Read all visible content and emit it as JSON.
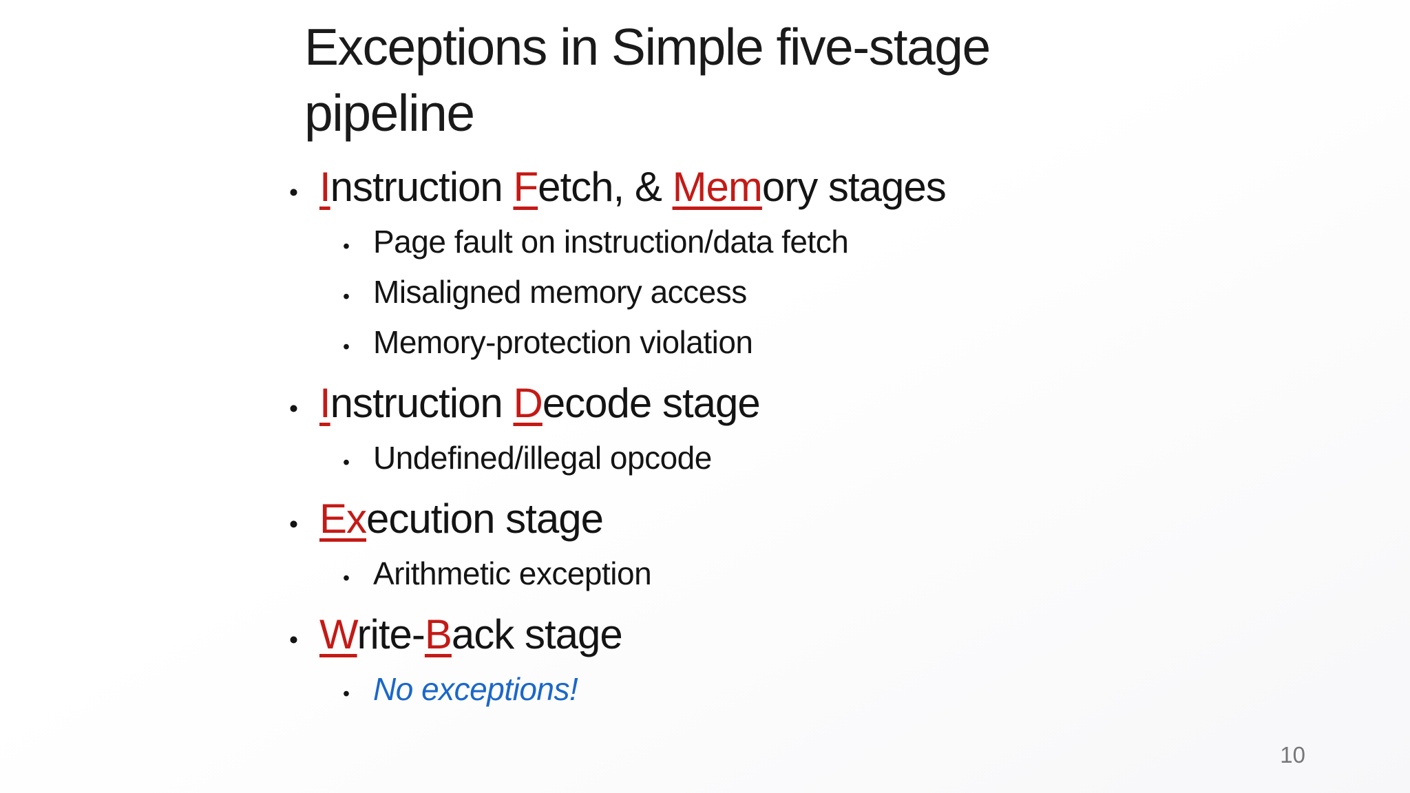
{
  "slide": {
    "title": {
      "lines": [
        "Exceptions in Simple five-stage",
        "pipeline"
      ]
    },
    "bullet_char": "•",
    "bullets": [
      {
        "level": 1,
        "segments": [
          {
            "text": "I",
            "style": "red"
          },
          {
            "text": "nstruction "
          },
          {
            "text": "F",
            "style": "red"
          },
          {
            "text": "etch, & "
          },
          {
            "text": "Mem",
            "style": "red"
          },
          {
            "text": "ory stages"
          }
        ]
      },
      {
        "level": 2,
        "segments": [
          {
            "text": "Page fault on instruction/data fetch"
          }
        ]
      },
      {
        "level": 2,
        "segments": [
          {
            "text": "Misaligned memory access"
          }
        ]
      },
      {
        "level": 2,
        "segments": [
          {
            "text": "Memory-protection violation"
          }
        ]
      },
      {
        "level": 1,
        "segments": [
          {
            "text": "I",
            "style": "red"
          },
          {
            "text": "nstruction "
          },
          {
            "text": "D",
            "style": "red"
          },
          {
            "text": "ecode stage"
          }
        ]
      },
      {
        "level": 2,
        "segments": [
          {
            "text": "Undefined/illegal opcode"
          }
        ]
      },
      {
        "level": 1,
        "segments": [
          {
            "text": "Ex",
            "style": "red"
          },
          {
            "text": "ecution stage"
          }
        ]
      },
      {
        "level": 2,
        "segments": [
          {
            "text": "Arithmetic exception"
          }
        ]
      },
      {
        "level": 1,
        "segments": [
          {
            "text": "W",
            "style": "red"
          },
          {
            "text": "rite-"
          },
          {
            "text": "B",
            "style": "red"
          },
          {
            "text": "ack stage"
          }
        ]
      },
      {
        "level": 2,
        "segments": [
          {
            "text": "No exceptions!",
            "style": "blue-italic"
          }
        ]
      }
    ],
    "page_number": "10",
    "colors": {
      "red_highlight": "#C41A16",
      "blue_accent": "#1B67C9",
      "page_number": "#76767A",
      "text": "#141414"
    }
  }
}
